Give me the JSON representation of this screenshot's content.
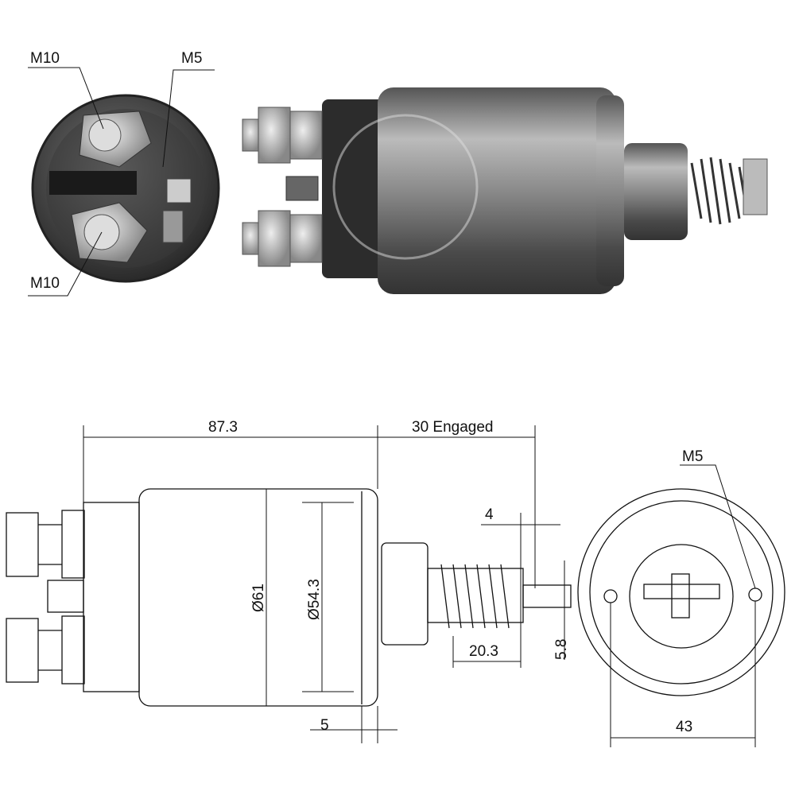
{
  "photo_labels": {
    "top_terminal": "M10",
    "small_terminal": "M5",
    "bottom_terminal": "M10"
  },
  "dimensions": {
    "body_length": "87.3",
    "plunger_travel": "30 Engaged",
    "spring_gap": "4",
    "outer_diameter": "Ø61",
    "inner_diameter": "Ø54.3",
    "spring_length": "20.3",
    "plunger_tip": "5.8",
    "flange_width": "5",
    "mount_hole": "M5",
    "hole_spacing": "43"
  }
}
